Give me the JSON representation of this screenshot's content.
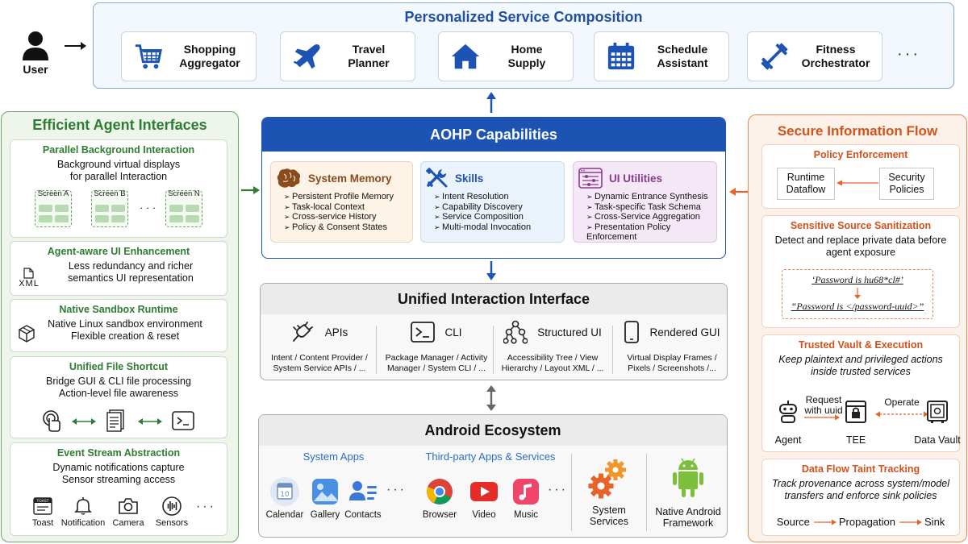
{
  "user": {
    "label": "User"
  },
  "composition": {
    "title": "Personalized Service Composition",
    "services": [
      {
        "label": "Shopping\nAggregator",
        "icon": "shopping-cart-icon"
      },
      {
        "label": "Travel\nPlanner",
        "icon": "airplane-icon"
      },
      {
        "label": "Home\nSupply",
        "icon": "home-icon"
      },
      {
        "label": "Schedule\nAssistant",
        "icon": "calendar-icon"
      },
      {
        "label": "Fitness\nOrchestrator",
        "icon": "dumbbell-icon"
      }
    ],
    "more": "···"
  },
  "left_panel": {
    "title": "Efficient Agent Interfaces",
    "parallel": {
      "title": "Parallel Background Interaction",
      "body": "Background virtual displays\nfor parallel Interaction",
      "screens": [
        "Screen A",
        "Screen B",
        "Screen N"
      ],
      "dots": "· · ·"
    },
    "ui_enh": {
      "title": "Agent-aware UI Enhancement",
      "body": "Less redundancy and richer\nsemantics UI representation",
      "icon_label": "XML"
    },
    "sandbox": {
      "title": "Native Sandbox Runtime",
      "body": "Native Linux sandbox environment\nFlexible creation & reset"
    },
    "file": {
      "title": "Unified File Shortcut",
      "body": "Bridge GUI & CLI file processing\nAction-level file awareness"
    },
    "event": {
      "title": "Event Stream Abstraction",
      "body": "Dynamic notifications capture\nSensor streaming access",
      "items": [
        "Toast",
        "Notification",
        "Camera",
        "Sensors"
      ],
      "toast_badge": "TOAST",
      "more": "···"
    }
  },
  "aohp": {
    "title": "AOHP Capabilities",
    "caps": [
      {
        "title": "System Memory",
        "items": [
          "Persistent Profile Memory",
          "Task-local Context",
          "Cross-service History",
          "Policy & Consent States"
        ]
      },
      {
        "title": "Skills",
        "items": [
          "Intent Resolution",
          "Capability Discovery",
          "Service Composition",
          "Multi-modal Invocation"
        ]
      },
      {
        "title": "UI Utilities",
        "items": [
          "Dynamic Entrance Synthesis",
          "Task-specific Task Schema",
          "Cross-Service Aggregation",
          "Presentation Policy Enforcement"
        ]
      }
    ]
  },
  "uii": {
    "title": "Unified Interaction Interface",
    "cols": [
      {
        "title": "APIs",
        "desc": "Intent / Content Provider /\nSystem Service APIs / ..."
      },
      {
        "title": "CLI",
        "desc": "Package Manager / Activity\nManager / System CLI / ..."
      },
      {
        "title": "Structured UI",
        "desc": "Accessibility Tree / View\nHierarchy / Layout XML / ..."
      },
      {
        "title": "Rendered GUI",
        "desc": "Virtual Display Frames /\nPixels / Screenshots /..."
      }
    ]
  },
  "android": {
    "title": "Android Ecosystem",
    "system_apps": "System Apps",
    "third_party": "Third-party Apps & Services",
    "apps": [
      "Calendar",
      "Gallery",
      "Contacts",
      "Browser",
      "Video",
      "Music"
    ],
    "calendar_day": "10",
    "system_services": "System\nServices",
    "framework": "Native Android\nFramework",
    "more": "···"
  },
  "right_panel": {
    "title": "Secure Information Flow",
    "policy": {
      "title": "Policy Enforcement",
      "runtime": "Runtime\nDataflow",
      "security": "Security\nPolicies"
    },
    "sanitize": {
      "title": "Sensitive Source Sanitization",
      "body": "Detect and replace private data before\nagent exposure",
      "before": "‘Password is hu68*cl#’",
      "after": "“Password is </password-uuid>”"
    },
    "vault": {
      "title": "Trusted Vault & Execution",
      "body": "Keep plaintext and privileged actions\ninside trusted services",
      "request": "Request\nwith uuid",
      "operate": "Operate",
      "agent": "Agent",
      "tee": "TEE",
      "data_vault": "Data Vault"
    },
    "taint": {
      "title": "Data Flow Taint Tracking",
      "body": "Track provenance across system/model\ntransfers and enforce sink policies",
      "source": "Source",
      "propagation": "Propagation",
      "sink": "Sink"
    }
  },
  "colors": {
    "blue": "#1d54b3",
    "green": "#2e7d32",
    "orange": "#d2521c"
  }
}
